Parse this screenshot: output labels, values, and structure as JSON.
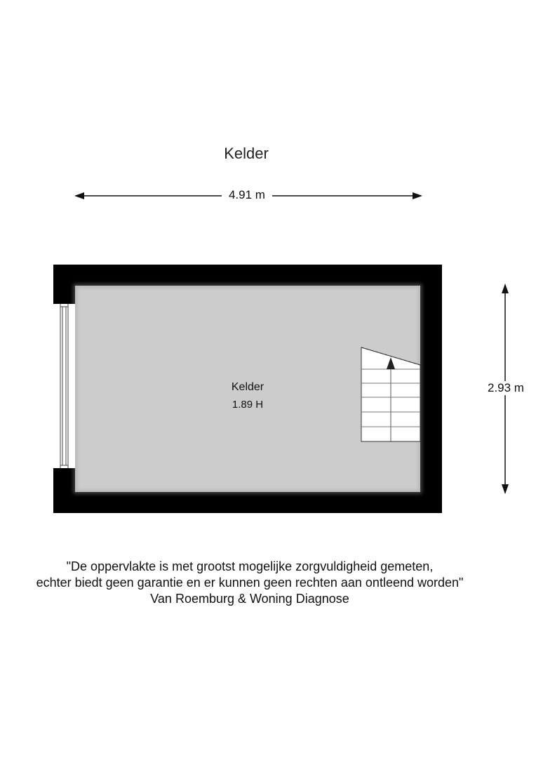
{
  "plan": {
    "title": "Kelder",
    "width_dimension": "4.91 m",
    "depth_dimension": "2.93 m",
    "room": {
      "name": "Kelder",
      "height": "1.89 H"
    }
  },
  "disclaimer": {
    "line1": "\"De oppervlakte is met grootst mogelijke zorgvuldigheid gemeten,",
    "line2": "echter biedt geen garantie en er kunnen geen rechten aan ontleend worden\"",
    "line3": "Van Roemburg & Woning Diagnose"
  },
  "colors": {
    "wall": "#000000",
    "floor": "#cccccc",
    "stairs": "#ffffff",
    "text": "#111111"
  }
}
